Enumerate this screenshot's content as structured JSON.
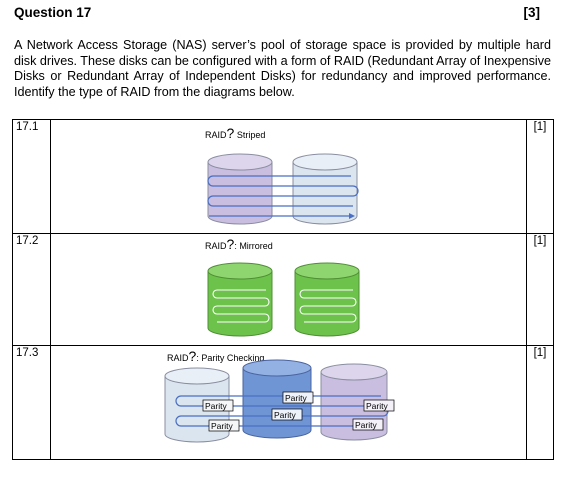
{
  "question": {
    "title": "Question 17",
    "marks": "[3]"
  },
  "intro": "A Network Access Storage (NAS) server’s pool of storage space is provided by multiple hard disk drives. These disks can be configured with a form of RAID (Redundant Array of Inexpensive Disks or Redundant Array of Independent Disks) for redundancy and improved performance. Identify the type of RAID from the diagrams below.",
  "items": [
    {
      "number": "17.1",
      "marks": "[1]",
      "raid_prefix": "RAID",
      "unknown": "?",
      "caption": " Striped"
    },
    {
      "number": "17.2",
      "marks": "[1]",
      "raid_prefix": "RAID",
      "unknown": "?",
      "caption": ": Mirrored"
    },
    {
      "number": "17.3",
      "marks": "[1]",
      "raid_prefix": "RAID",
      "unknown": "?",
      "caption": ": Parity Checking",
      "parity_label": "Parity"
    }
  ],
  "colors": {
    "lavender": "#c9bde0",
    "light_blue": "#dbe5ef",
    "green": "#6cc24a",
    "blue": "#6f95d4",
    "arrow": "#4a6fc4"
  }
}
